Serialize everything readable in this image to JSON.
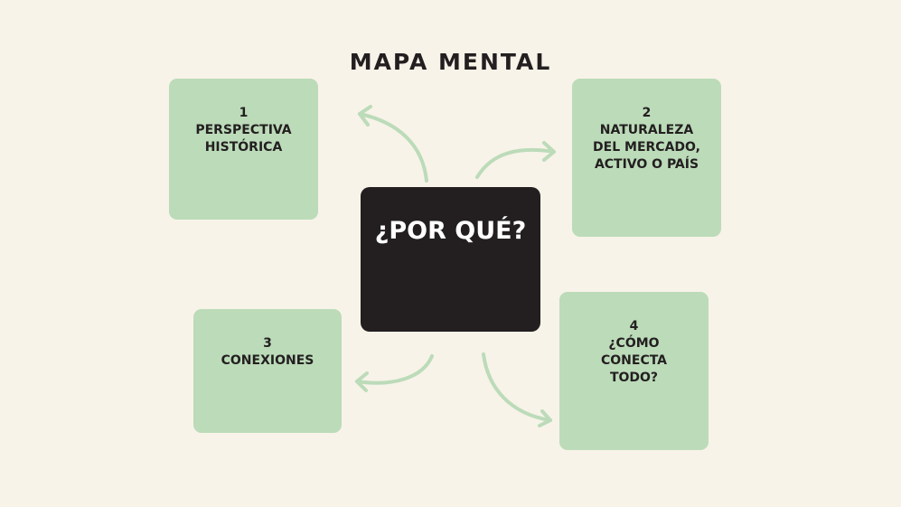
{
  "title": "MAPA MENTAL",
  "center": {
    "label": "¿POR QUÉ?"
  },
  "nodes": [
    {
      "label": "1\nPERSPECTIVA\nHISTÓRICA"
    },
    {
      "label": "2\nNATURALEZA\nDEL MERCADO,\nACTIVO O PAÍS"
    },
    {
      "label": "3\nCONEXIONES"
    },
    {
      "label": "4\n¿CÓMO\nCONECTA\nTODO?"
    }
  ],
  "colors": {
    "background": "#f7f3e8",
    "node": "#bcdbb9",
    "center": "#231f20",
    "arrow": "#bcdbb9",
    "text": "#231f20"
  }
}
